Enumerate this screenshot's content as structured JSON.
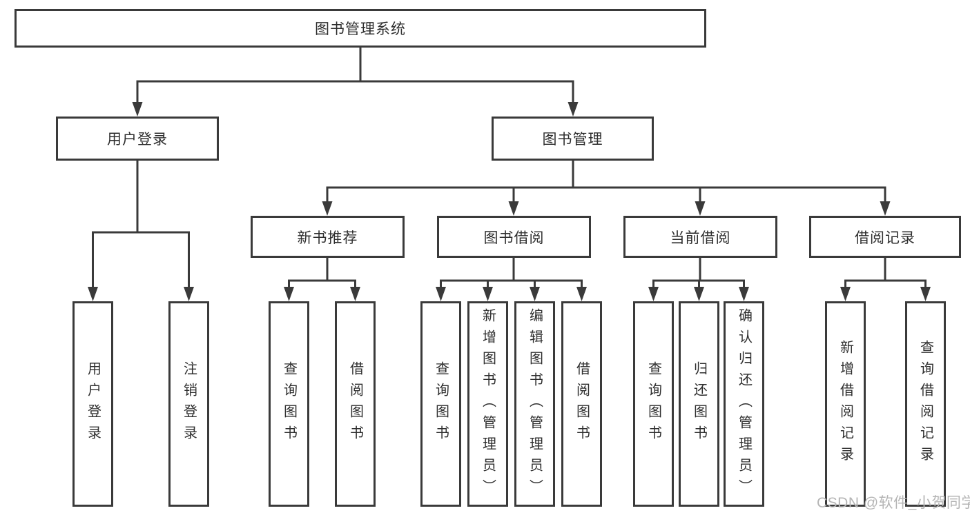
{
  "tree": {
    "label": "图书管理系统",
    "children": [
      {
        "label": "用户登录",
        "children": [
          {
            "label": "用户登录"
          },
          {
            "label": "注销登录"
          }
        ]
      },
      {
        "label": "图书管理",
        "children": [
          {
            "label": "新书推荐",
            "children": [
              {
                "label": "查询图书"
              },
              {
                "label": "借阅图书"
              }
            ]
          },
          {
            "label": "图书借阅",
            "children": [
              {
                "label": "查询图书"
              },
              {
                "label": "新增图书（管理员）"
              },
              {
                "label": "编辑图书（管理员）"
              },
              {
                "label": "借阅图书"
              }
            ]
          },
          {
            "label": "当前借阅",
            "children": [
              {
                "label": "查询图书"
              },
              {
                "label": "归还图书"
              },
              {
                "label": "确认归还（管理员）"
              }
            ]
          },
          {
            "label": "借阅记录",
            "children": [
              {
                "label": "新增借阅记录"
              },
              {
                "label": "查询借阅记录"
              }
            ]
          }
        ]
      }
    ]
  },
  "watermark": {
    "text": "CSDN @软件_小贺同学",
    "color": "#b5b5b5"
  },
  "colors": {
    "line": "#3a3a3a",
    "box_border": "#3a3a3a",
    "text": "#2e2e2e",
    "background": "#ffffff"
  }
}
